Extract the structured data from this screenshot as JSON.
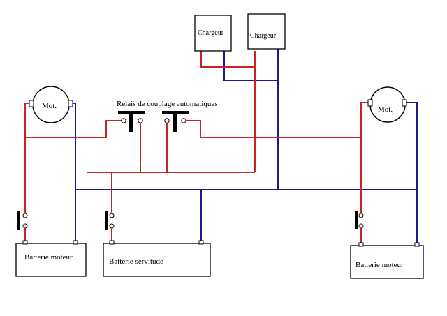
{
  "colors": {
    "positive_wire": "#cc2222",
    "negative_wire": "#1a1a8c"
  },
  "labels": {
    "charger_1": "Chargeur",
    "charger_2": "Chargeur",
    "relay": "Relais de couplage automatiques",
    "motor_left": "Mot.",
    "motor_right": "Mot.",
    "battery_left": "Batterie moteur",
    "battery_middle": "Batterie servitude",
    "battery_right": "Batterie moteur"
  },
  "icons": {
    "motor": "motor-icon",
    "relay": "relay-switch-icon",
    "battery_switch": "battery-switch-icon"
  }
}
